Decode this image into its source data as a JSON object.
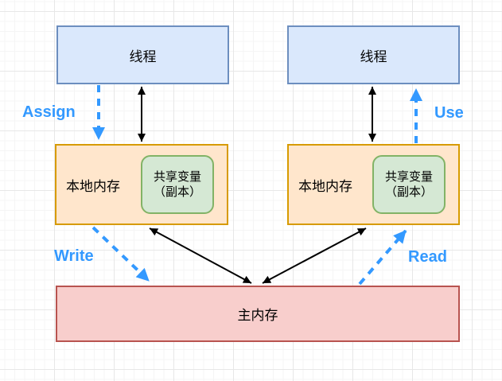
{
  "canvas": {
    "background": "#ffffff",
    "grid_minor_color": "#f5f5f5",
    "grid_major_color": "#e7e7e7"
  },
  "diagram": {
    "threads": [
      {
        "label": "线程"
      },
      {
        "label": "线程"
      }
    ],
    "local_memories": [
      {
        "label": "本地内存",
        "shared_variable": {
          "line1": "共享变量",
          "line2": "（副本）"
        }
      },
      {
        "label": "本地内存",
        "shared_variable": {
          "line1": "共享变量",
          "line2": "（副本）"
        }
      }
    ],
    "main_memory": {
      "label": "主内存"
    },
    "edge_labels": {
      "assign": "Assign",
      "use": "Use",
      "write": "Write",
      "read": "Read"
    },
    "colors": {
      "thread_fill": "#dae8fc",
      "thread_stroke": "#6c8ebf",
      "local_fill": "#ffe6cc",
      "local_stroke": "#d79b00",
      "shared_fill": "#d5e8d4",
      "shared_stroke": "#82b366",
      "main_fill": "#f8cecc",
      "main_stroke": "#b85450",
      "dashed_arrow_color": "#3399ff",
      "solid_arrow_color": "#000000"
    }
  }
}
